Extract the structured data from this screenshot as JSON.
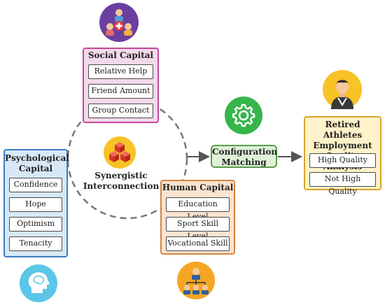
{
  "social": {
    "title": "Social Capital",
    "items": [
      "Relative Help",
      "Friend Amount",
      "Group Contact"
    ]
  },
  "psych": {
    "title_line1": "Psychological",
    "title_line2": "Capital",
    "items": [
      "Confidence",
      "Hope",
      "Optimism",
      "Tenacity"
    ]
  },
  "human": {
    "title": "Human Capital",
    "items": [
      "Education Level",
      "Sport Skill Level",
      "Vocational Skill"
    ]
  },
  "synergy": {
    "line1": "Synergistic",
    "line2": "Interconnection"
  },
  "config": {
    "line1": "Configuration",
    "line2": "Matching"
  },
  "retired": {
    "title_line1": "Retired Athletes",
    "title_line2": "Employment",
    "title_line3": "Quality Analysis",
    "items": [
      "High Quality",
      "Not High Quality"
    ]
  },
  "colors": {
    "social_accent": "#c4479a",
    "psych_accent": "#3e7cc0",
    "human_accent": "#d8843f",
    "retired_accent": "#d8a42b",
    "config_accent": "#5a9c4a"
  },
  "icons": [
    "people-network-icon",
    "gear-icon",
    "athlete-avatar-icon",
    "cubes-icon",
    "head-brain-icon",
    "team-hierarchy-icon"
  ]
}
